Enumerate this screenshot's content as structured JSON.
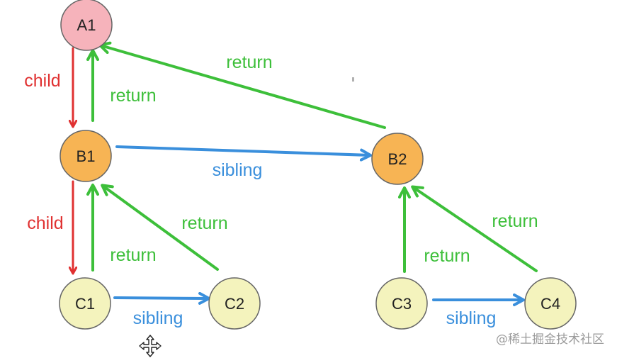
{
  "colors": {
    "child": "#e03131",
    "return": "#3dbf3a",
    "sibling": "#3a8fdc",
    "nodeA": "#f6b3bb",
    "nodeB": "#f7b454",
    "nodeC": "#f4f3bd",
    "stroke": "#666666"
  },
  "nodes": [
    {
      "id": "A1",
      "label": "A1",
      "type": "A"
    },
    {
      "id": "B1",
      "label": "B1",
      "type": "B"
    },
    {
      "id": "B2",
      "label": "B2",
      "type": "B"
    },
    {
      "id": "C1",
      "label": "C1",
      "type": "C"
    },
    {
      "id": "C2",
      "label": "C2",
      "type": "C"
    },
    {
      "id": "C3",
      "label": "C3",
      "type": "C"
    },
    {
      "id": "C4",
      "label": "C4",
      "type": "C"
    }
  ],
  "edges": [
    {
      "from": "A1",
      "to": "B1",
      "kind": "child",
      "label": "child"
    },
    {
      "from": "B1",
      "to": "A1",
      "kind": "return",
      "label": "return"
    },
    {
      "from": "B2",
      "to": "A1",
      "kind": "return",
      "label": "return"
    },
    {
      "from": "B1",
      "to": "B2",
      "kind": "sibling",
      "label": "sibling"
    },
    {
      "from": "B1",
      "to": "C1",
      "kind": "child",
      "label": "child"
    },
    {
      "from": "C1",
      "to": "B1",
      "kind": "return",
      "label": "return"
    },
    {
      "from": "C2",
      "to": "B1",
      "kind": "return",
      "label": "return"
    },
    {
      "from": "C1",
      "to": "C2",
      "kind": "sibling",
      "label": "sibling"
    },
    {
      "from": "C3",
      "to": "B2",
      "kind": "return",
      "label": "return"
    },
    {
      "from": "C4",
      "to": "B2",
      "kind": "return",
      "label": "return"
    },
    {
      "from": "C3",
      "to": "C4",
      "kind": "sibling",
      "label": "sibling"
    }
  ],
  "watermark": "@稀土掘金技术社区"
}
